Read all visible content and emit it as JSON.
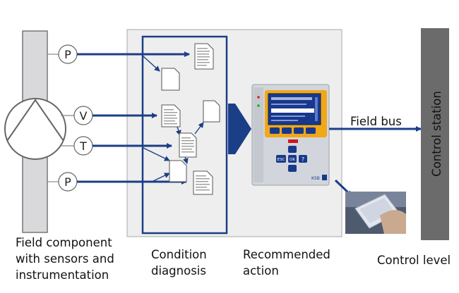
{
  "field_component": {
    "sensors": [
      {
        "symbol": "P"
      },
      {
        "symbol": "V"
      },
      {
        "symbol": "T"
      },
      {
        "symbol": "P"
      }
    ],
    "caption": "Field component\nwith sensors and\ninstrumentation"
  },
  "condition": {
    "caption": "Condition\ndiagnosis"
  },
  "recommended": {
    "caption": "Recommended\naction"
  },
  "device": {
    "buttons": [
      "ESC",
      "OK",
      "?"
    ],
    "brand": "KSB"
  },
  "field_bus": {
    "label": "Field bus"
  },
  "control_station": {
    "label": "Control station"
  },
  "control_level": {
    "caption": "Control level"
  },
  "colors": {
    "arrow_blue": "#1b3f86",
    "panel_gray": "#eeeeee",
    "station_gray": "#6b6b6b",
    "device_yellow": "#f0a818",
    "screen_blue": "#18388c"
  }
}
